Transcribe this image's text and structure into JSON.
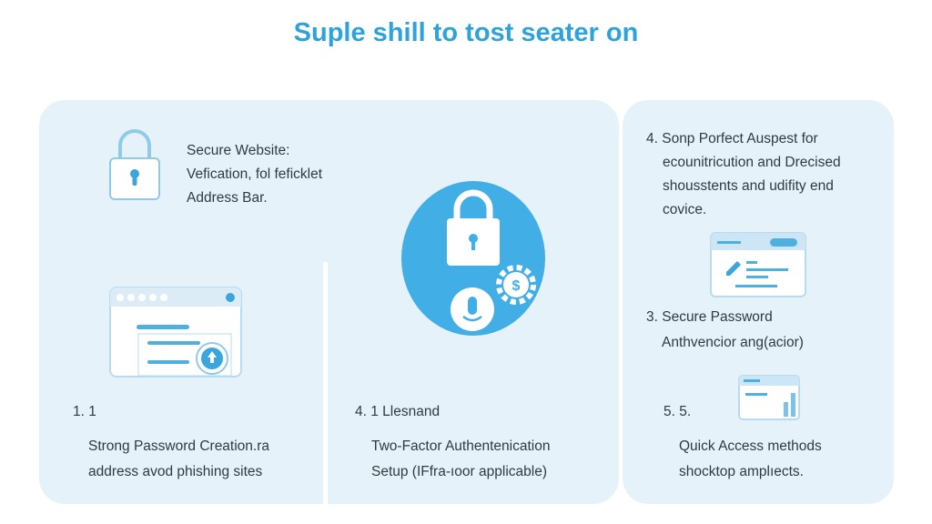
{
  "title": "Suple shill to tost seater on",
  "colors": {
    "accent": "#2ea3da",
    "panel": "#e6f2f9",
    "icon_stroke": "#8fcbe9"
  },
  "sections": {
    "secure_website": {
      "line1": "Secure Website:",
      "line2": "Vefication, fol feficklet",
      "line3": "Address Bar."
    },
    "strong_password": {
      "number": "1. 1",
      "line1": "Strong Password Creation.ra",
      "line2": "address avod phishing sites"
    },
    "two_factor": {
      "number": "4. 1 Llesnand",
      "line1": "Two-Factor Authentenication",
      "line2": "Setup (IFfra-ıoor applicable)"
    },
    "perfect": {
      "line1": "4. Sonp Porfect Auspest for",
      "line2": "ecounitricution and Drecised",
      "line3": "shousstents and udifity end",
      "line4": "covice."
    },
    "secure_password": {
      "line1": "3. Secure Password",
      "line2": "Anthvencior ang(acior)"
    },
    "quick_access": {
      "number": "5. 5.",
      "line1": "Quick Access methods",
      "line2": "shocktop amplıects."
    }
  },
  "icons": [
    "padlock-icon",
    "browser-window-icon",
    "security-badge-icon",
    "microphone-icon",
    "dollar-gear-icon",
    "browser-edit-icon",
    "browser-chart-icon"
  ]
}
